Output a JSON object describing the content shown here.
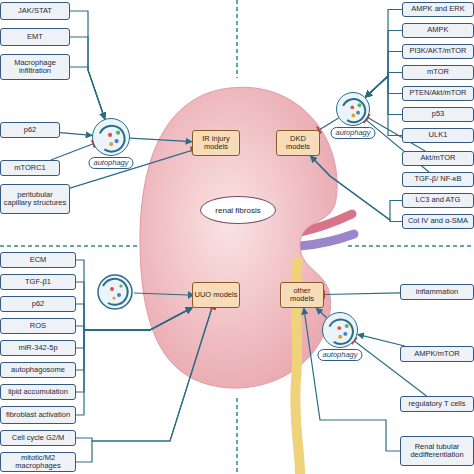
{
  "diagram": {
    "nodes": [
      {
        "text": [
          "JAK/STAT"
        ]
      },
      {
        "text": [
          "EMT"
        ]
      },
      {
        "text": [
          "Macrophage infiltration"
        ]
      },
      {
        "text": [
          "p62"
        ]
      },
      {
        "text": [
          "mTORC1"
        ]
      },
      {
        "text": [
          "peritubular capillary structures"
        ]
      },
      {
        "text": [
          "autophagy"
        ]
      },
      {
        "text": [
          "AMPK and ERK"
        ]
      },
      {
        "text": [
          "AMPK"
        ]
      },
      {
        "text": [
          "PI3K/AKT/mTOR"
        ]
      },
      {
        "text": [
          "mTOR"
        ]
      },
      {
        "text": [
          "PTEN/Akt/mTOR"
        ]
      },
      {
        "text": [
          "p53"
        ]
      },
      {
        "text": [
          "ULK1"
        ]
      },
      {
        "text": [
          "Akt/mTOR"
        ]
      },
      {
        "text": [
          "TGF-β/ NF-κB"
        ]
      },
      {
        "text": [
          "LC3 and ATG"
        ]
      },
      {
        "text": [
          "Col IV and α-SMA"
        ]
      },
      {
        "text": [
          "autophagy"
        ]
      },
      {
        "text": [
          "IR injury models"
        ]
      },
      {
        "text": [
          "DKD models"
        ]
      },
      {
        "text": [
          "renal fibrosis"
        ]
      },
      {
        "text": [
          "UUO models"
        ]
      },
      {
        "text": [
          "other models"
        ]
      },
      {
        "text": [
          "ECM"
        ]
      },
      {
        "text": [
          "TGF-β1"
        ]
      },
      {
        "text": [
          "p62"
        ]
      },
      {
        "text": [
          "ROS"
        ]
      },
      {
        "text": [
          "miR-342-5p"
        ]
      },
      {
        "text": [
          "autophagosome"
        ]
      },
      {
        "text": [
          "lipid accumulation"
        ]
      },
      {
        "text": [
          "fibroblast activation"
        ]
      },
      {
        "text": [
          "Cell cycle G2/M"
        ]
      },
      {
        "text": [
          "mitotic/M2 macrophages"
        ]
      },
      {
        "text": [
          "inflammation"
        ]
      },
      {
        "text": [
          "AMPK/mTOR"
        ]
      },
      {
        "text": [
          "regulatory T cells"
        ]
      },
      {
        "text": [
          "Renal tubular dedifferentiation"
        ]
      },
      {
        "text": [
          "autophagy"
        ]
      }
    ],
    "edges": [
      {
        "from": 0,
        "to": 6,
        "arrow": "to"
      },
      {
        "from": 1,
        "to": 6,
        "arrow": "to"
      },
      {
        "from": 2,
        "to": 6,
        "arrow": "to"
      },
      {
        "from": 3,
        "to": 6,
        "arrow": "to"
      },
      {
        "from": 4,
        "to": 6,
        "arrow": "none"
      },
      {
        "from": 6,
        "to": 19,
        "arrow": "to"
      },
      {
        "from": 5,
        "to": 19,
        "arrow": "none"
      },
      {
        "from": 7,
        "to": 18,
        "arrow": "to"
      },
      {
        "from": 8,
        "to": 18,
        "arrow": "to"
      },
      {
        "from": 9,
        "to": 18,
        "arrow": "to"
      },
      {
        "from": 10,
        "to": 18,
        "arrow": "to"
      },
      {
        "from": 11,
        "to": 18,
        "arrow": "to"
      },
      {
        "from": 12,
        "to": 18,
        "arrow": "to"
      },
      {
        "from": 13,
        "to": 18,
        "arrow": "to"
      },
      {
        "from": 14,
        "to": 18,
        "arrow": "none"
      },
      {
        "from": 15,
        "to": 18,
        "arrow": "none"
      },
      {
        "from": 18,
        "to": 20,
        "arrow": "none"
      },
      {
        "from": 16,
        "to": 20,
        "arrow": "to"
      },
      {
        "from": 17,
        "to": 20,
        "arrow": "to"
      },
      {
        "from": 24,
        "to": 22,
        "arrow": "to"
      },
      {
        "from": 25,
        "to": 22,
        "arrow": "to"
      },
      {
        "from": 26,
        "to": 22,
        "arrow": "to"
      },
      {
        "from": 27,
        "to": 22,
        "arrow": "to"
      },
      {
        "from": 28,
        "to": 22,
        "arrow": "to"
      },
      {
        "from": 29,
        "to": 22,
        "arrow": "to"
      },
      {
        "from": 30,
        "to": 22,
        "arrow": "to"
      },
      {
        "from": 31,
        "to": 22,
        "arrow": "to"
      },
      {
        "from": 32,
        "to": 22,
        "arrow": "none"
      },
      {
        "from": 33,
        "to": 22,
        "arrow": "none"
      },
      {
        "from": 34,
        "to": 23,
        "arrow": "none"
      },
      {
        "from": 38,
        "to": 23,
        "arrow": "to"
      },
      {
        "from": 35,
        "to": 38,
        "arrow": "to"
      },
      {
        "from": 36,
        "to": 38,
        "arrow": "none"
      },
      {
        "from": 37,
        "to": 23,
        "arrow": "to"
      }
    ]
  }
}
